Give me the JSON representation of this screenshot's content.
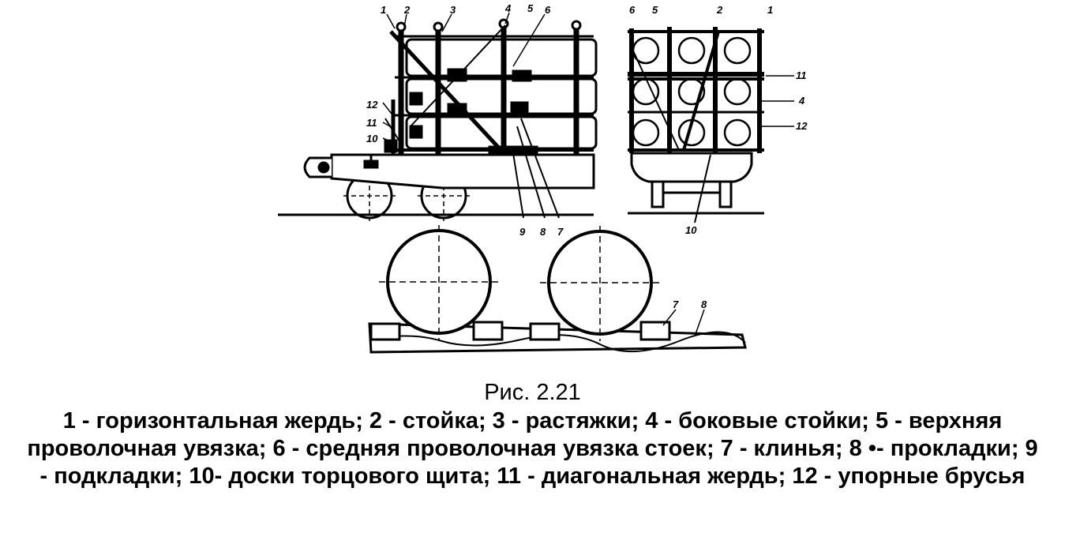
{
  "figure": {
    "side_view_labels": [
      "1",
      "2",
      "3",
      "4",
      "5",
      "6",
      "12",
      "11",
      "10",
      "9",
      "8",
      "7"
    ],
    "end_view_labels": [
      "6",
      "5",
      "2",
      "1",
      "11",
      "4",
      "12",
      "10"
    ],
    "detail_labels": [
      "7",
      "8"
    ]
  },
  "caption": {
    "title": "Рис. 2.21",
    "legend": "1 - горизонтальная жердь; 2 - стойка; 3 - растяжки; 4 - боковые стойки;  5 - верхняя проволочная увязка; 6 - средняя проволочная увязка стоек;  7 - клинья; 8 •- прокладки; 9 - подкладки; 10- доски торцового щита;  11 - диагональная жердь; 12 - упорные брусья"
  }
}
